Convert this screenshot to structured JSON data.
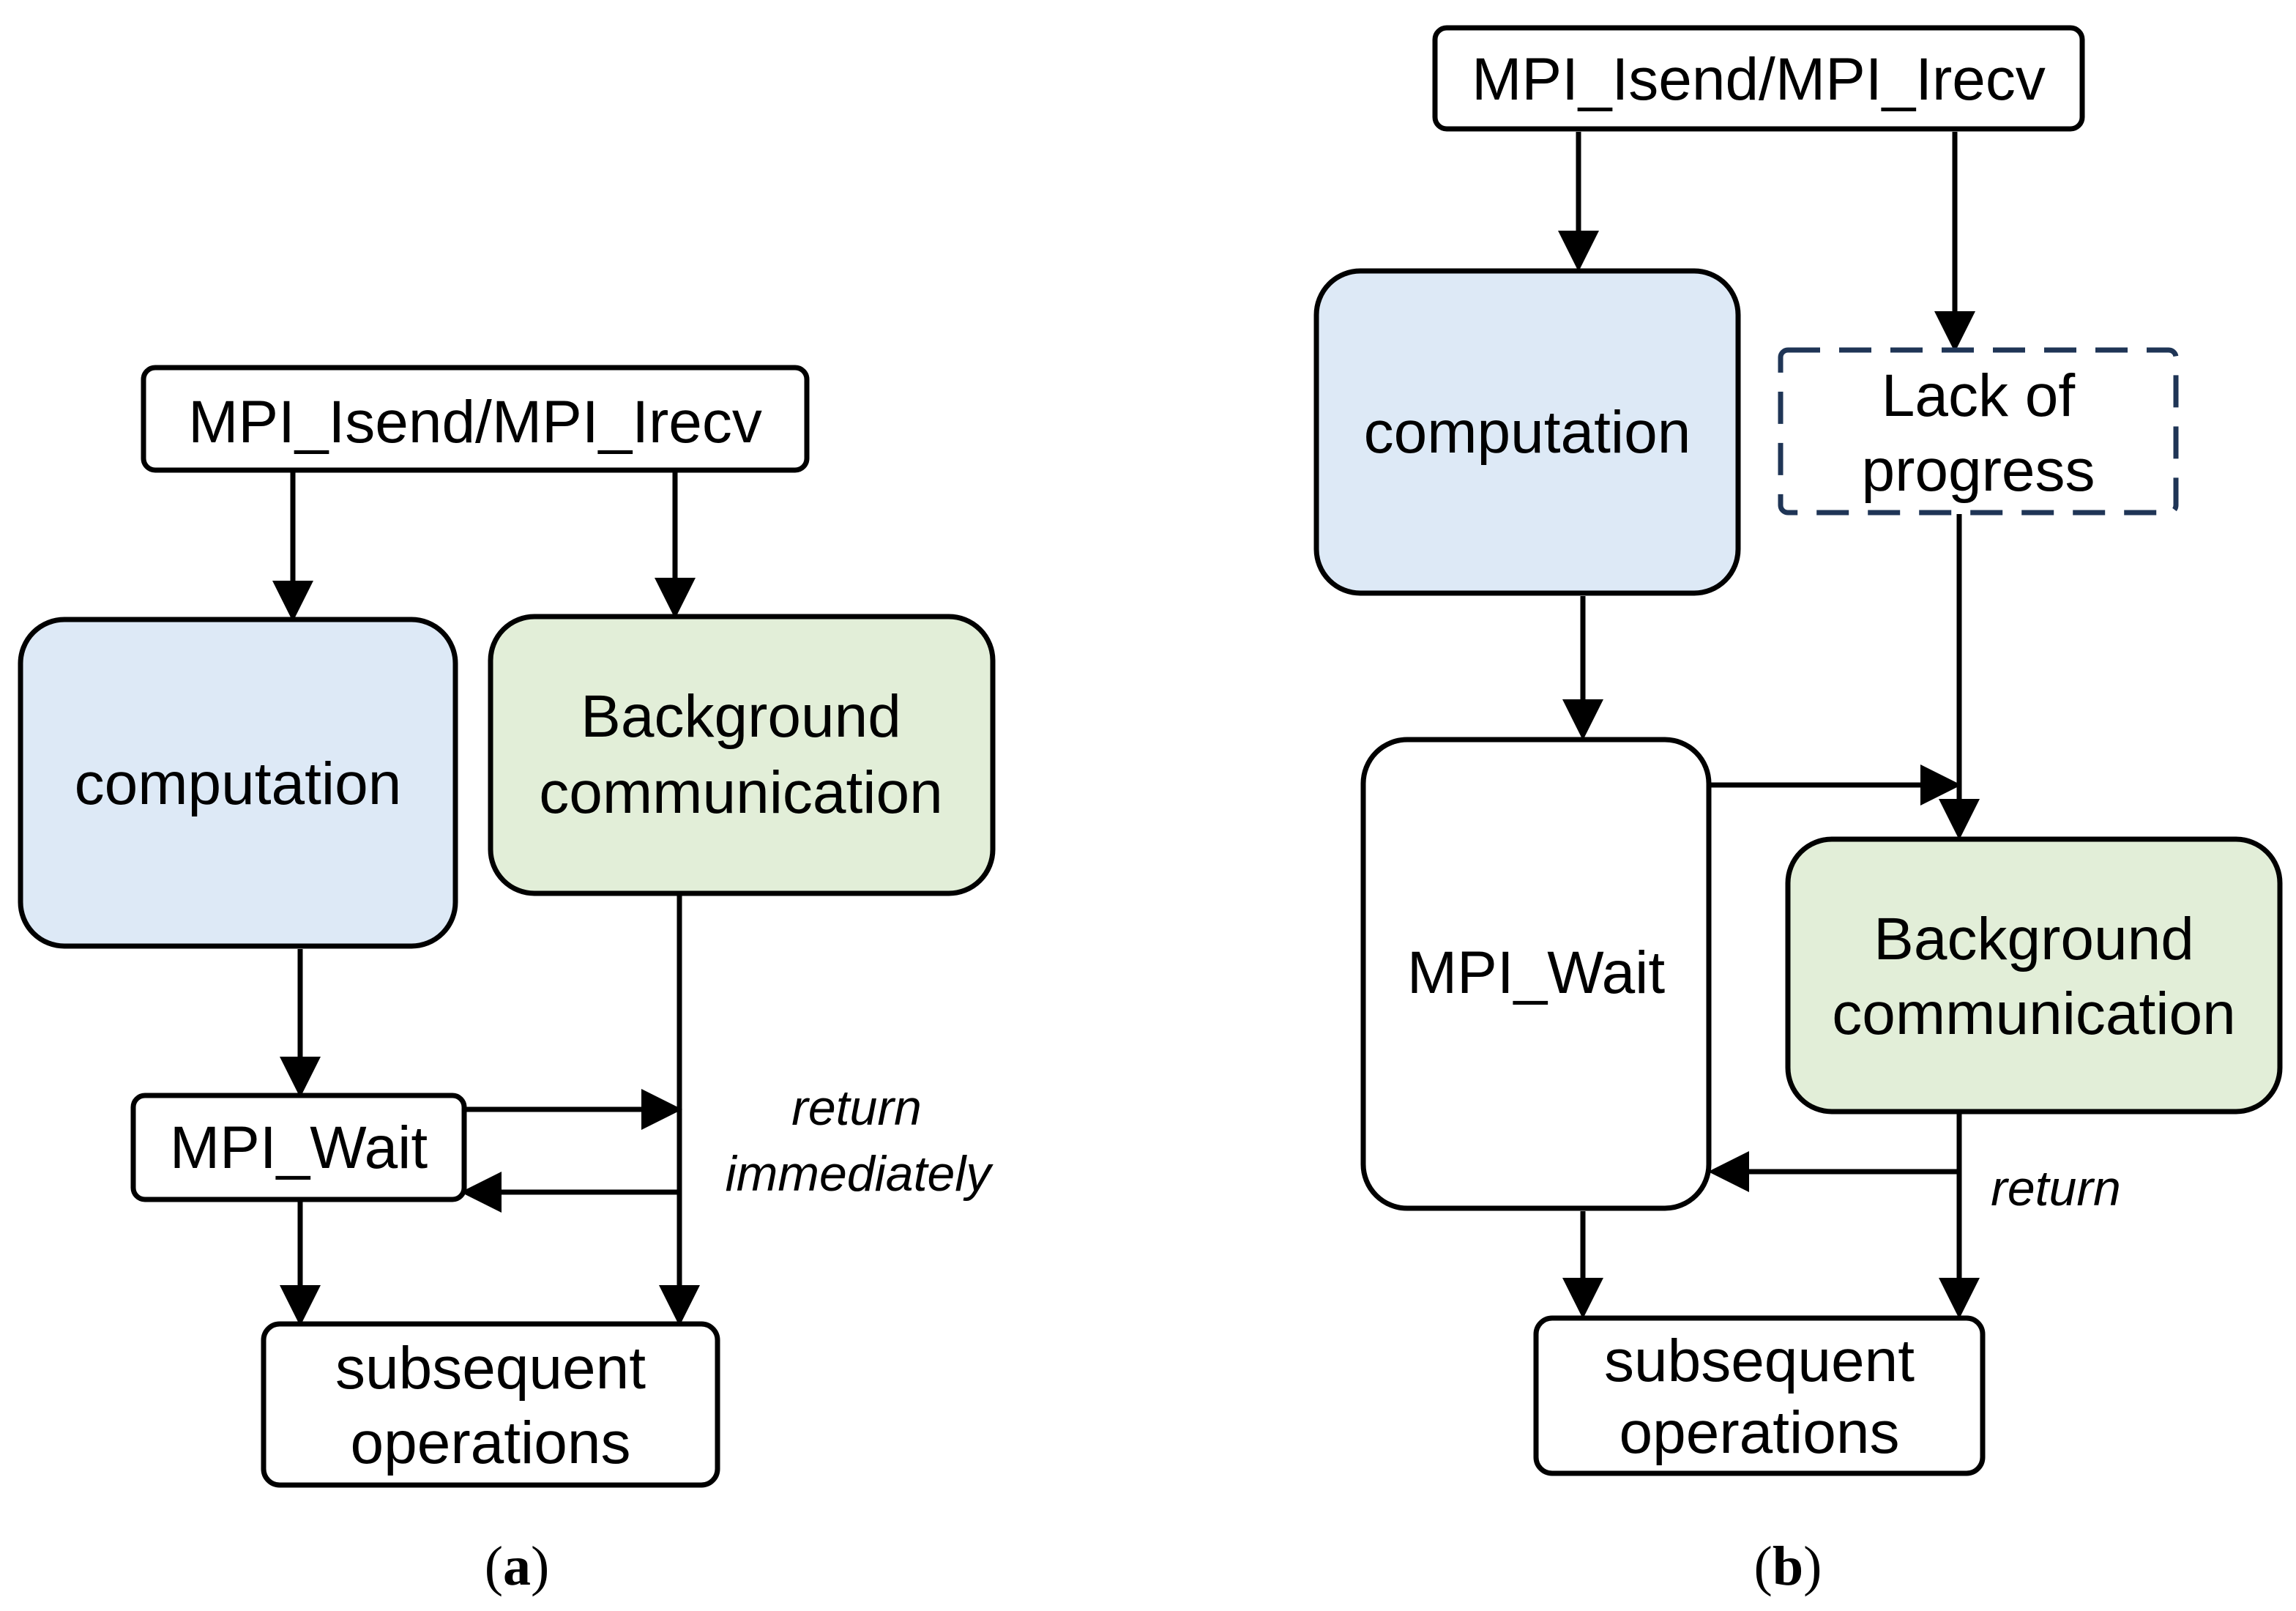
{
  "panel_a": {
    "top": "MPI_Isend/MPI_Irecv",
    "computation": "computation",
    "background": [
      "Background",
      "communication"
    ],
    "wait": "MPI_Wait",
    "subsequent": [
      "subsequent",
      "operations"
    ],
    "return_note": [
      "return",
      "immediately"
    ],
    "caption_open": "(",
    "caption_letter": "a",
    "caption_close": ")"
  },
  "panel_b": {
    "top": "MPI_Isend/MPI_Irecv",
    "computation": "computation",
    "lack": [
      "Lack of",
      "progress"
    ],
    "wait": "MPI_Wait",
    "background": [
      "Background",
      "communication"
    ],
    "subsequent": [
      "subsequent",
      "operations"
    ],
    "return_note": "return",
    "caption_open": "(",
    "caption_letter": "b",
    "caption_close": ")"
  },
  "colors": {
    "computation_fill": "#dde9f6",
    "background_fill": "#e2eed8",
    "dashed_border": "#1f3556"
  }
}
